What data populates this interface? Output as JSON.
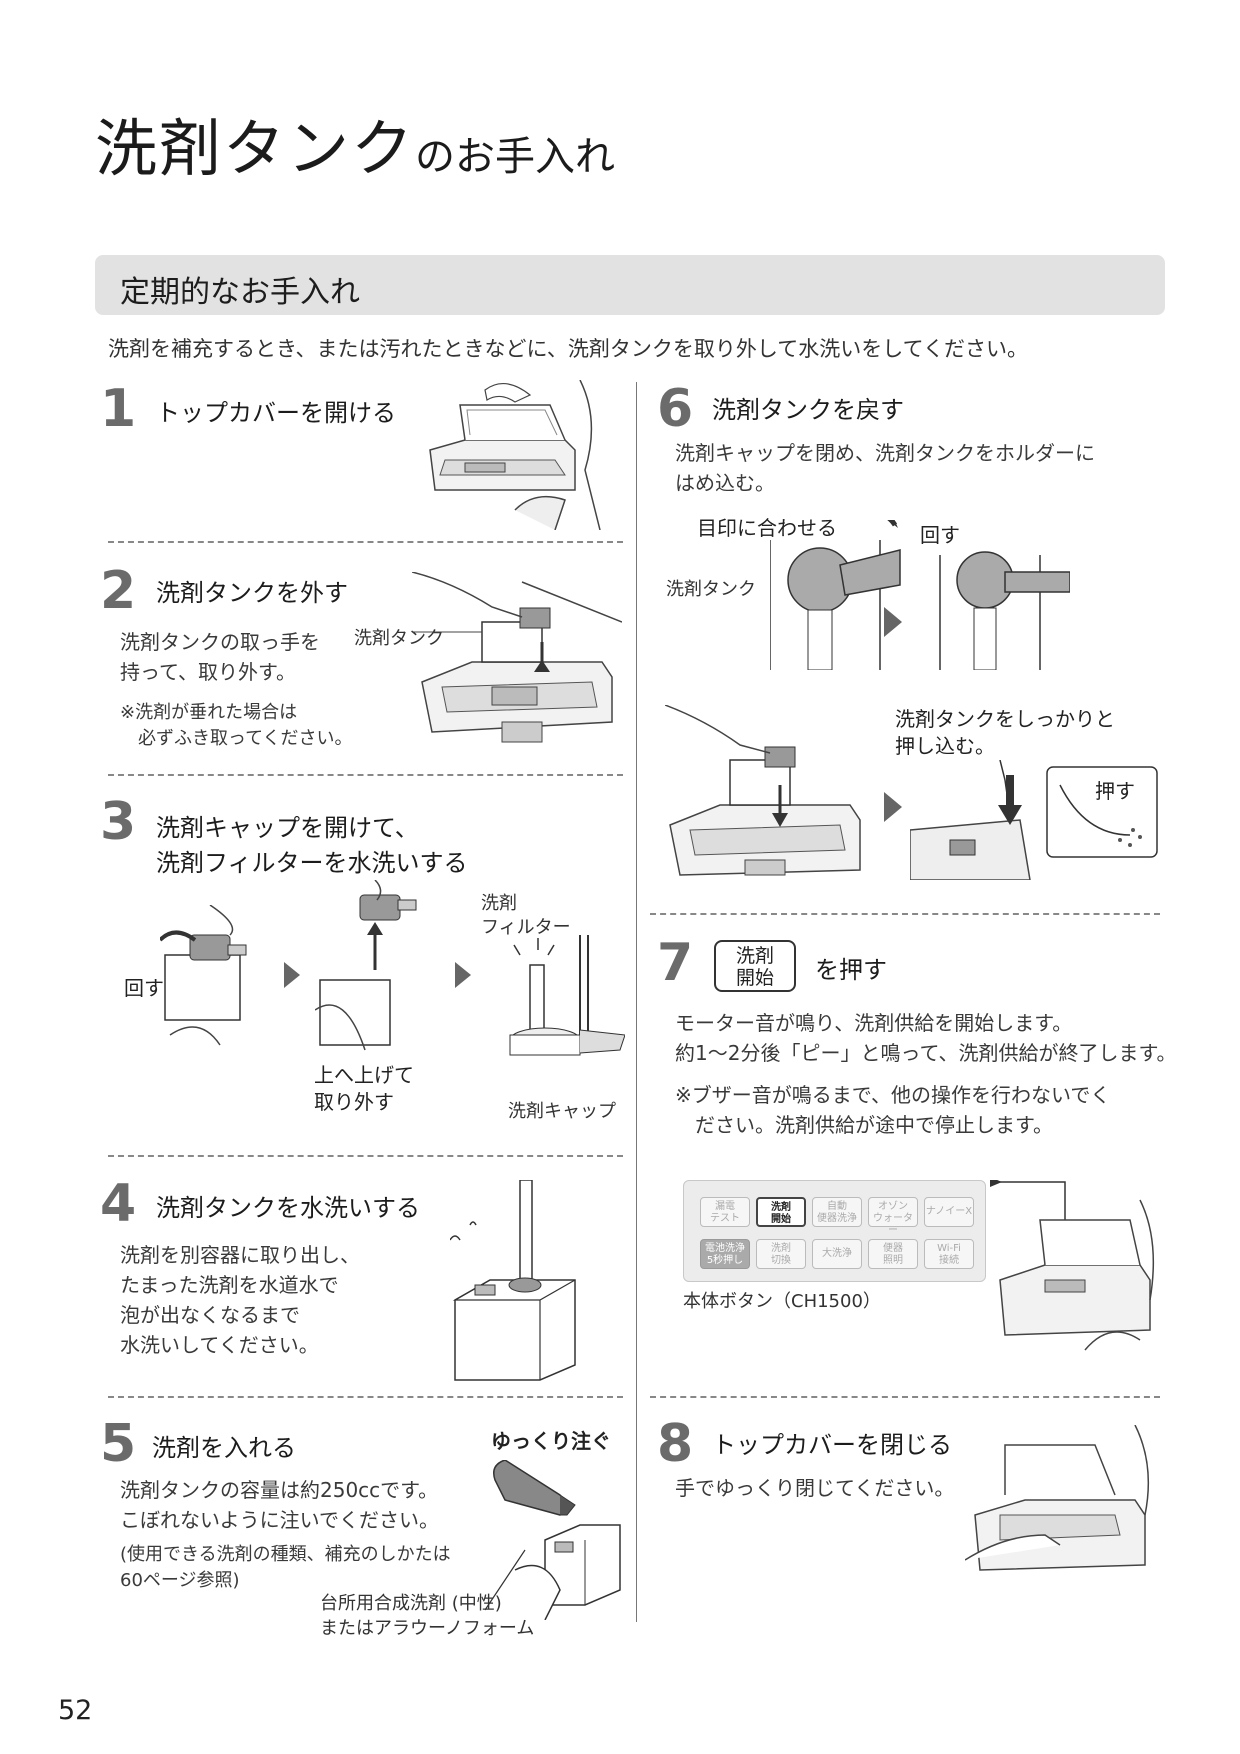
{
  "page": {
    "title_main": "洗剤タンク",
    "title_sub": "のお手入れ",
    "section_title": "定期的なお手入れ",
    "intro": "洗剤を補充するとき、または汚れたときなどに、洗剤タンクを取り外して水洗いをしてください。",
    "page_number": "52"
  },
  "steps": {
    "s1": {
      "num": "1",
      "title": "トップカバーを開ける"
    },
    "s2": {
      "num": "2",
      "title": "洗剤タンクを外す",
      "body1": "洗剤タンクの取っ手を",
      "body2": "持って、取り外す。",
      "note1": "※洗剤が垂れた場合は",
      "note2": "　必ずふき取ってください。",
      "label_tank": "洗剤タンク"
    },
    "s3": {
      "num": "3",
      "title1": "洗剤キャップを開けて、",
      "title2": "洗剤フィルターを水洗いする",
      "label_turn": "回す",
      "label_lift1": "上へ上げて",
      "label_lift2": "取り外す",
      "label_filter1": "洗剤",
      "label_filter2": "フィルター",
      "label_cap": "洗剤キャップ"
    },
    "s4": {
      "num": "4",
      "title": "洗剤タンクを水洗いする",
      "body1": "洗剤を別容器に取り出し、",
      "body2": "たまった洗剤を水道水で",
      "body3": "泡が出なくなるまで",
      "body4": "水洗いしてください。"
    },
    "s5": {
      "num": "5",
      "title": "洗剤を入れる",
      "label_pour": "ゆっくり注ぐ",
      "body1": "洗剤タンクの容量は約250ccです。",
      "body2": "こぼれないように注いでください。",
      "note1": "(使用できる洗剤の種類、補充のしかたは",
      "note2": " 60ページ参照)",
      "label_detergent1": "台所用合成洗剤 (中性)",
      "label_detergent2": "またはアラウーノフォーム"
    },
    "s6": {
      "num": "6",
      "title": "洗剤タンクを戻す",
      "body1": "洗剤キャップを閉め、洗剤タンクをホルダーに",
      "body2": "はめ込む。",
      "label_align": "目印に合わせる",
      "label_turn": "回す",
      "label_tank": "洗剤タンク",
      "label_push_in1": "洗剤タンクをしっかりと",
      "label_push_in2": "押し込む。",
      "label_push": "押す"
    },
    "s7": {
      "num": "7",
      "button1": "洗剤",
      "button2": "開始",
      "title": "を押す",
      "body1": "モーター音が鳴り、洗剤供給を開始します。",
      "body2": "約1～2分後「ピー」と鳴って、洗剤供給が終了します。",
      "note1": "※ブザー音が鳴るまで、他の操作を行わないでく",
      "note2": "　ださい。洗剤供給が途中で停止します。",
      "panel_caption": "本体ボタン（CH1500）",
      "panel_buttons": [
        [
          "漏電",
          "テスト"
        ],
        [
          "洗剤",
          "開始"
        ],
        [
          "自動",
          "便器洗浄"
        ],
        [
          "オゾン",
          "ウォーター"
        ],
        [
          "ナノイーX",
          ""
        ],
        [
          "電池洗浄",
          "5秒押し"
        ],
        [
          "洗剤",
          "切換"
        ],
        [
          "大洗浄",
          ""
        ],
        [
          "便器",
          "照明"
        ],
        [
          "Wi-Fi",
          "接続"
        ]
      ]
    },
    "s8": {
      "num": "8",
      "title": "トップカバーを閉じる",
      "body1": "手でゆっくり閉じてください。"
    }
  }
}
